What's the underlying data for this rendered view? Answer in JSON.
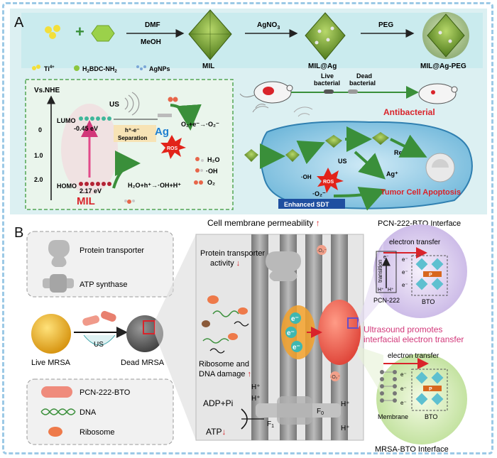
{
  "panelA": {
    "label": "A",
    "synthesis": {
      "step1_top": "DMF",
      "step1_bottom": "MeOH",
      "step2": "AgNO",
      "step2_sub": "3",
      "step3": "PEG",
      "mil": "MIL",
      "mil_ag": "MIL@Ag",
      "mil_ag_peg": "MIL@Ag-PEG",
      "legend_ti": "Ti",
      "legend_ti_sup": "4+",
      "legend_h2bdc": "H",
      "legend_h2bdc_rest": "BDC-NH",
      "legend_h2bdc_sub1": "2",
      "legend_h2bdc_sub2": "2",
      "legend_agnps": "AgNPs"
    },
    "energy": {
      "axis_title": "Vs.NHE",
      "ticks": [
        "0",
        "1.0",
        "2.0"
      ],
      "lumo": "LUMO",
      "homo": "HOMO",
      "lumo_value": "-0.45 eV",
      "homo_value": "2.17 eV",
      "separation_top": "h⁺-e⁻",
      "separation_bottom": "Separation",
      "us": "US",
      "ag": "Ag",
      "reaction1": "O₂+e⁻→·O₂⁻",
      "ros": "ROS",
      "reaction2": "H₂O+h⁺→·OH+H⁺",
      "product_h2o": "H₂O",
      "product_oh": "·OH",
      "product_o2": "O₂",
      "mil_label": "MIL"
    },
    "antibacterial": {
      "live": "Live",
      "live2": "bacterial",
      "dead": "Dead",
      "dead2": "bacterial",
      "label": "Antibacterial"
    },
    "tumor": {
      "us": "US",
      "release": "Release",
      "ag_plus": "Ag⁺",
      "ros": "ROS",
      "o2_radical": "·O₂⁻",
      "oh": "·OH",
      "enhanced_sdt": "Enhanced SDT",
      "apoptosis": "Tumor Cell Apoptosis"
    }
  },
  "panelB": {
    "label": "B",
    "legend_top": [
      "Protein transporter",
      "ATP synthase"
    ],
    "legend_bottom": [
      "PCN-222-BTO",
      "DNA",
      "Ribosome"
    ],
    "live_mrsa": "Live MRSA",
    "dead_mrsa": "Dead MRSA",
    "us": "US",
    "permeability": "Cell membrane permeability",
    "protein_activity_1": "Protein transporter",
    "protein_activity_2": "activity",
    "ribosome_damage_1": "Ribosome and",
    "ribosome_damage_2": "DNA damage",
    "atp": "ATP",
    "adp": "ADP+Pi",
    "h_plus": "H⁺",
    "f0": "F",
    "f0_sub": "0",
    "f1": "F",
    "f1_sub": "1",
    "o2_radical": "·O₂⁻",
    "electron": "e⁻",
    "ultrasound_1": "Ultrasound promotes",
    "ultrasound_2": "interfacial electron transfer",
    "pcn_interface_title": "PCN-222-BTO Interface",
    "mrsa_interface_title": "MRSA-BTO Interface",
    "electron_transfer": "electron transfer",
    "transition": "transition",
    "pcn222": "PCN-222",
    "bto": "BTO",
    "membrane": "Membrane",
    "p_label": "P"
  },
  "colors": {
    "accent_red": "#d9232a",
    "dash_blue": "#9cc9e6",
    "dash_green": "#53a653",
    "band_teal": "#bde8ea"
  }
}
